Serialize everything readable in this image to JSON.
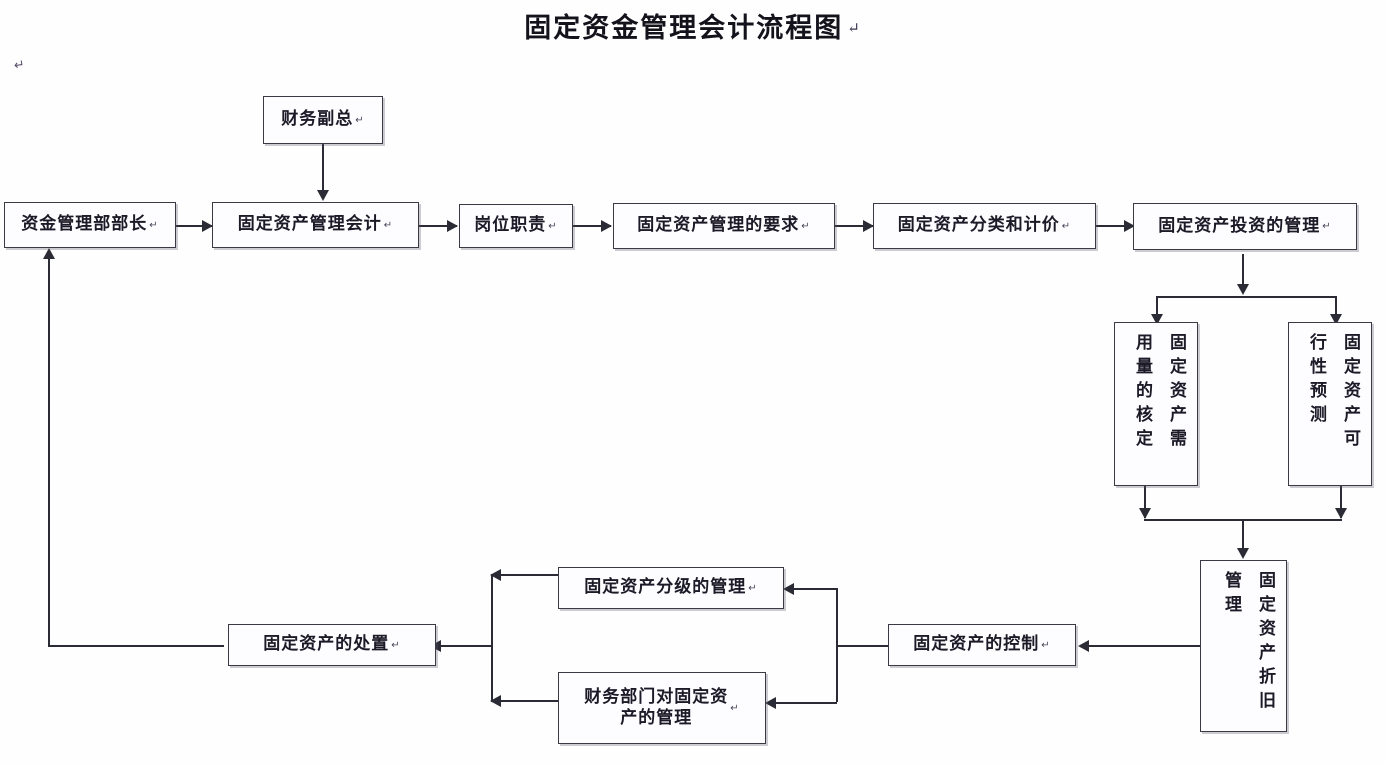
{
  "document": {
    "title": "固定资金管理会计流程图",
    "title_pilcrow": "↵",
    "stray_mark": "↵"
  },
  "nodes": [
    {
      "id": "cfo",
      "label": "财务副总",
      "mark": "↵",
      "orientation": "horizontal"
    },
    {
      "id": "fund-dept-head",
      "label": "资金管理部部长",
      "mark": "↵",
      "orientation": "horizontal"
    },
    {
      "id": "fixed-asset-acct",
      "label": "固定资产管理会计",
      "mark": "↵",
      "orientation": "horizontal"
    },
    {
      "id": "job-duty",
      "label": "岗位职责",
      "mark": "↵",
      "orientation": "horizontal"
    },
    {
      "id": "mgmt-requirement",
      "label": "固定资产管理的要求",
      "mark": "↵",
      "orientation": "horizontal"
    },
    {
      "id": "classify-value",
      "label": "固定资产分类和计价",
      "mark": "↵",
      "orientation": "horizontal"
    },
    {
      "id": "investment-mgmt",
      "label": "固定资产投资的管理",
      "mark": "↵",
      "orientation": "horizontal"
    },
    {
      "id": "demand-approval",
      "label": "固定资产需用量的核定",
      "mark": "↵",
      "orientation": "vertical"
    },
    {
      "id": "feasibility",
      "label": "固定资产可行性预测",
      "mark": "↵",
      "orientation": "vertical"
    },
    {
      "id": "depreciation-mgmt",
      "label": "固定资产折旧管理",
      "mark": "↵",
      "orientation": "vertical"
    },
    {
      "id": "asset-control",
      "label": "固定资产的控制",
      "mark": "↵",
      "orientation": "horizontal"
    },
    {
      "id": "tiered-mgmt",
      "label": "固定资产分级的管理",
      "mark": "↵",
      "orientation": "horizontal"
    },
    {
      "id": "finance-dept-mgmt",
      "label": "财务部门对固定资\n产的管理",
      "mark": "↵",
      "orientation": "horizontal"
    },
    {
      "id": "asset-disposal",
      "label": "固定资产的处置",
      "mark": "↵",
      "orientation": "horizontal"
    }
  ],
  "chart_data": {
    "type": "flowchart",
    "title": "固定资金管理会计流程图",
    "nodes": [
      "财务副总",
      "资金管理部部长",
      "固定资产管理会计",
      "岗位职责",
      "固定资产管理的要求",
      "固定资产分类和计价",
      "固定资产投资的管理",
      "固定资产需用量的核定",
      "固定资产可行性预测",
      "固定资产折旧管理",
      "固定资产的控制",
      "固定资产分级的管理",
      "财务部门对固定资产的管理",
      "固定资产的处置"
    ],
    "edges": [
      {
        "from": "财务副总",
        "to": "固定资产管理会计",
        "dir": "down"
      },
      {
        "from": "资金管理部部长",
        "to": "固定资产管理会计",
        "dir": "right"
      },
      {
        "from": "固定资产管理会计",
        "to": "岗位职责",
        "dir": "right"
      },
      {
        "from": "岗位职责",
        "to": "固定资产管理的要求",
        "dir": "right"
      },
      {
        "from": "固定资产管理的要求",
        "to": "固定资产分类和计价",
        "dir": "right"
      },
      {
        "from": "固定资产分类和计价",
        "to": "固定资产投资的管理",
        "dir": "right"
      },
      {
        "from": "固定资产投资的管理",
        "to": "固定资产需用量的核定",
        "dir": "down"
      },
      {
        "from": "固定资产投资的管理",
        "to": "固定资产可行性预测",
        "dir": "down"
      },
      {
        "from": "固定资产需用量的核定",
        "to": "固定资产折旧管理",
        "dir": "down"
      },
      {
        "from": "固定资产可行性预测",
        "to": "固定资产折旧管理",
        "dir": "down"
      },
      {
        "from": "固定资产折旧管理",
        "to": "固定资产的控制",
        "dir": "left"
      },
      {
        "from": "固定资产的控制",
        "to": "固定资产分级的管理",
        "dir": "left"
      },
      {
        "from": "固定资产的控制",
        "to": "财务部门对固定资产的管理",
        "dir": "left"
      },
      {
        "from": "固定资产分级的管理",
        "to": "固定资产的处置",
        "dir": "left"
      },
      {
        "from": "财务部门对固定资产的管理",
        "to": "固定资产的处置",
        "dir": "left"
      },
      {
        "from": "固定资产的处置",
        "to": "资金管理部部长",
        "dir": "up"
      }
    ]
  },
  "style": {
    "border_color": "#3a3a45",
    "line_color": "#2b2b35",
    "text_color": "#1d1a28",
    "box_fill": "#fdfdff",
    "page_bg": "#fefeff"
  }
}
